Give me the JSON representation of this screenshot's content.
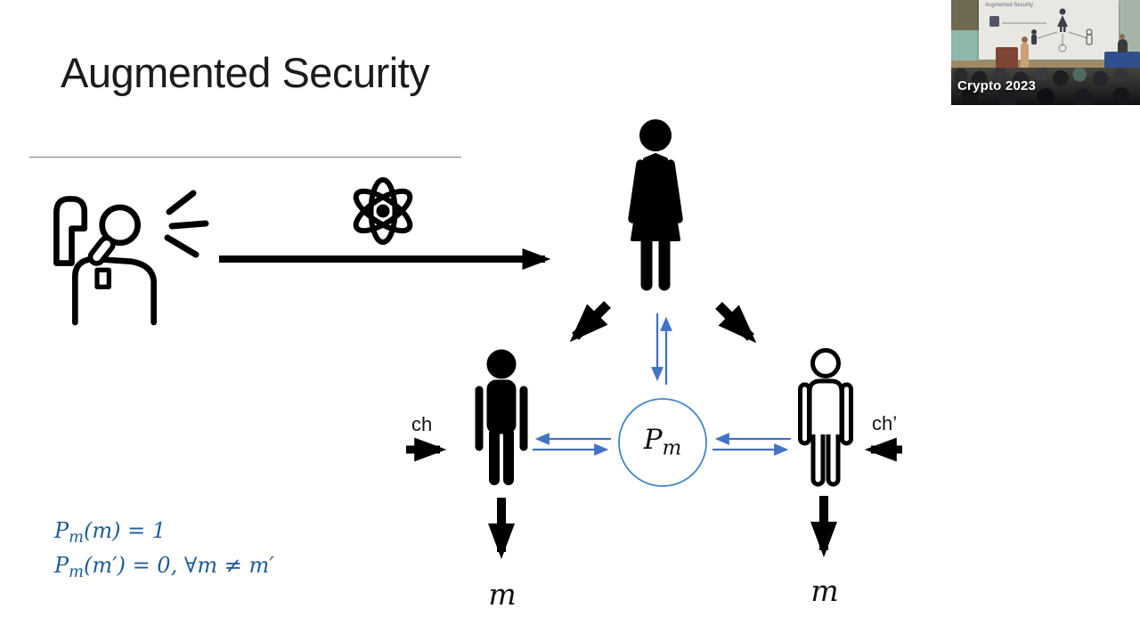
{
  "slide": {
    "title": "Augmented Security"
  },
  "diagram": {
    "ch_label": "ch",
    "ch_prime_label": "ch’",
    "predicate_base": "P",
    "predicate_sub": "m",
    "output_left": "m",
    "output_right": "m",
    "icons": [
      "announcer-icon",
      "speech-lines-icon",
      "atom-icon",
      "broadcast-arrow",
      "verifier-woman-icon",
      "prover-man-icon",
      "simulator-man-outline-icon",
      "predicate-circle",
      "exchange-arrows"
    ]
  },
  "formulas": {
    "line1_base": "P",
    "line1_sub": "m",
    "line1_rest": "(m) = 1",
    "line2_base": "P",
    "line2_sub": "m",
    "line2_rest": "(m′) = 0, ∀m ≠ m′"
  },
  "video_overlay": {
    "label": "Crypto 2023",
    "mini_slide_title": "Augmented Security"
  },
  "colors": {
    "arrow_blue": "#4472C4",
    "circle_stroke": "#3D85C6",
    "formula_blue": "#1F5C99",
    "ink_black": "#000000"
  }
}
